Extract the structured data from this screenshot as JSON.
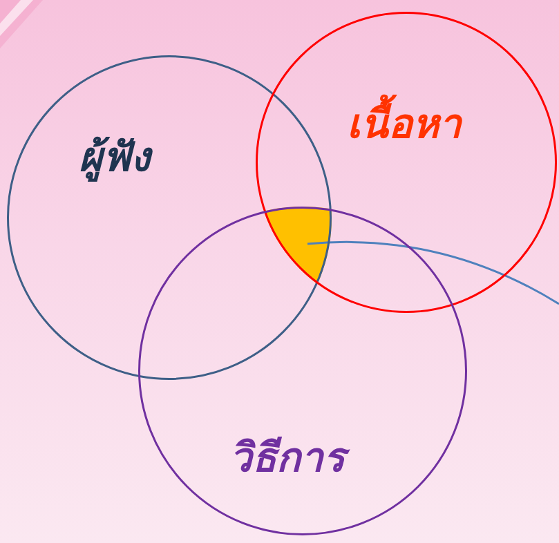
{
  "diagram": {
    "nodes": [
      {
        "text": [
          "ผู้ฟัง"
        ]
      },
      {
        "text": [
          "เนื้อหา"
        ]
      },
      {
        "text": [
          "วิธีการ"
        ]
      }
    ]
  }
}
